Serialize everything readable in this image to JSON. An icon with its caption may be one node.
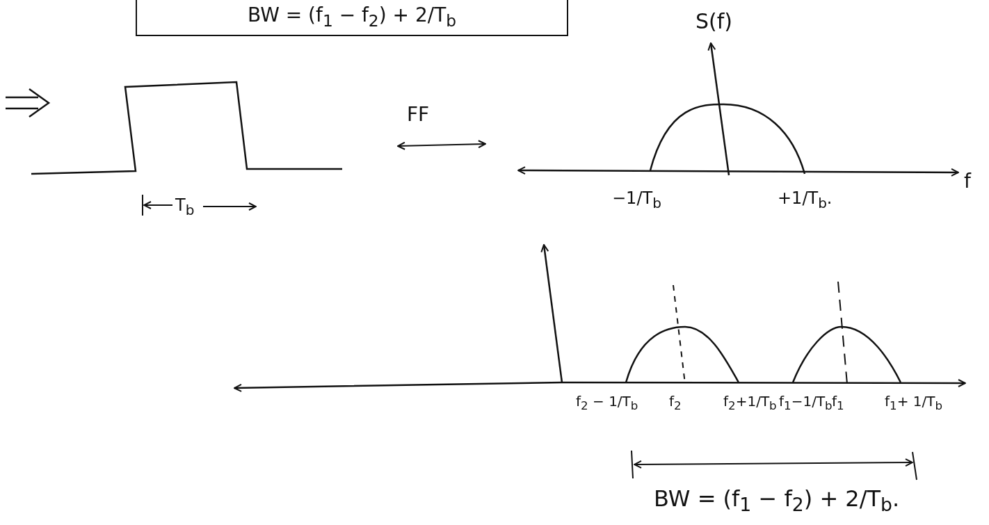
{
  "diagram": {
    "nodes": [
      {
        "text": [
          "BW = (f$_{1}$ − f$_{2}$) + 2/T$_{b}$"
        ]
      }
    ],
    "edges": [],
    "labels": [
      "S(f)",
      "FF",
      "f",
      "T$_{b}$",
      "−1/T$_{b}$",
      "+1/T$_{b}$.",
      "f$_{2}$ − 1/T$_{b}$",
      "f$_{2}$",
      "f$_{2}$+1/T$_{b}$",
      "f$_{1}$−1/T$_{b}$",
      "f$_{1}$",
      "f$_{1}$+ 1/T$_{b}$",
      "BW = (f$_{1}$ − f$_{2}$) + 2/T$_{b}$."
    ]
  }
}
